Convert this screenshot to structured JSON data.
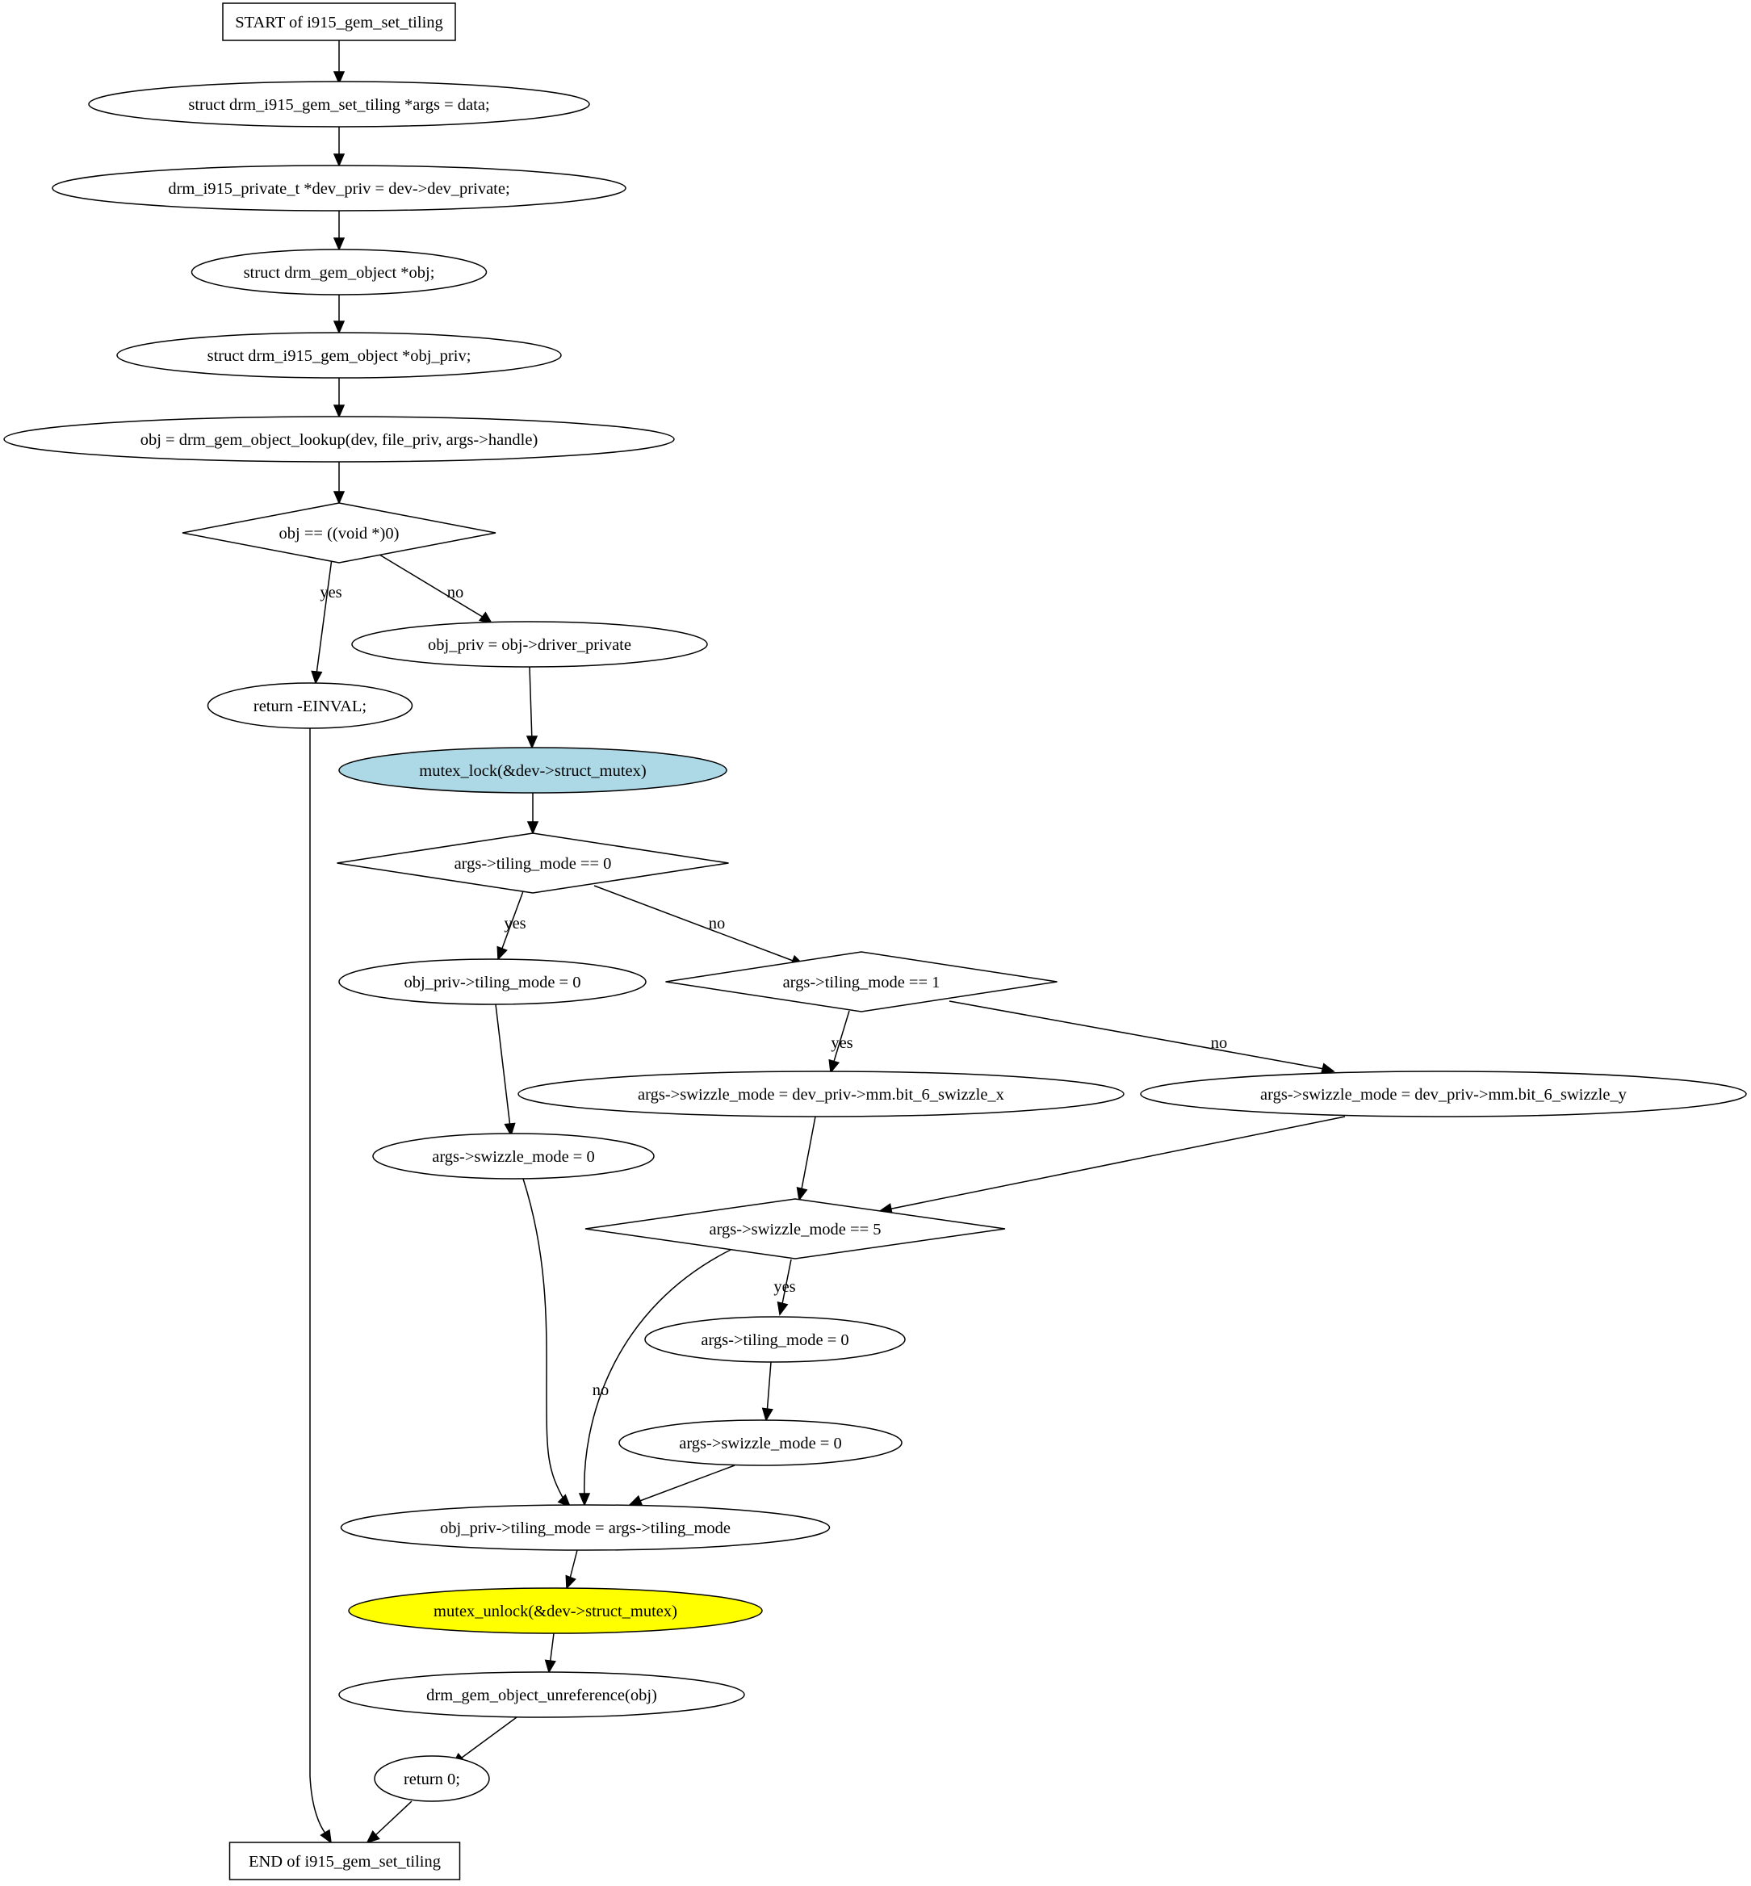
{
  "nodes": [
    {
      "id": "start",
      "label": "START of i915_gem_set_tiling",
      "shape": "box"
    },
    {
      "id": "n1",
      "label": "struct drm_i915_gem_set_tiling *args = data;",
      "shape": "ellipse"
    },
    {
      "id": "n2",
      "label": "drm_i915_private_t *dev_priv = dev->dev_private;",
      "shape": "ellipse"
    },
    {
      "id": "n3",
      "label": "struct drm_gem_object *obj;",
      "shape": "ellipse"
    },
    {
      "id": "n4",
      "label": "struct drm_i915_gem_object *obj_priv;",
      "shape": "ellipse"
    },
    {
      "id": "n5",
      "label": "obj = drm_gem_object_lookup(dev, file_priv, args->handle)",
      "shape": "ellipse"
    },
    {
      "id": "d1",
      "label": "obj == ((void *)0)",
      "shape": "diamond"
    },
    {
      "id": "n6",
      "label": "obj_priv = obj->driver_private",
      "shape": "ellipse"
    },
    {
      "id": "n7",
      "label": "return -EINVAL;",
      "shape": "ellipse"
    },
    {
      "id": "n8",
      "label": "mutex_lock(&dev->struct_mutex)",
      "shape": "ellipse",
      "fill": "#add8e6"
    },
    {
      "id": "d2",
      "label": "args->tiling_mode == 0",
      "shape": "diamond"
    },
    {
      "id": "n9",
      "label": "obj_priv->tiling_mode = 0",
      "shape": "ellipse"
    },
    {
      "id": "d3",
      "label": "args->tiling_mode == 1",
      "shape": "diamond"
    },
    {
      "id": "n10",
      "label": "args->swizzle_mode = dev_priv->mm.bit_6_swizzle_x",
      "shape": "ellipse"
    },
    {
      "id": "n11",
      "label": "args->swizzle_mode = dev_priv->mm.bit_6_swizzle_y",
      "shape": "ellipse"
    },
    {
      "id": "n12",
      "label": "args->swizzle_mode = 0",
      "shape": "ellipse"
    },
    {
      "id": "d4",
      "label": "args->swizzle_mode == 5",
      "shape": "diamond"
    },
    {
      "id": "n13",
      "label": "args->tiling_mode = 0",
      "shape": "ellipse"
    },
    {
      "id": "n14",
      "label": "args->swizzle_mode = 0",
      "shape": "ellipse"
    },
    {
      "id": "n15",
      "label": "obj_priv->tiling_mode = args->tiling_mode",
      "shape": "ellipse"
    },
    {
      "id": "n16",
      "label": "mutex_unlock(&dev->struct_mutex)",
      "shape": "ellipse",
      "fill": "#ffff00"
    },
    {
      "id": "n17",
      "label": "drm_gem_object_unreference(obj)",
      "shape": "ellipse"
    },
    {
      "id": "n18",
      "label": "return 0;",
      "shape": "ellipse"
    },
    {
      "id": "end",
      "label": "END of i915_gem_set_tiling",
      "shape": "box"
    }
  ],
  "edges": [
    {
      "from": "start",
      "to": "n1",
      "label": ""
    },
    {
      "from": "n1",
      "to": "n2",
      "label": ""
    },
    {
      "from": "n2",
      "to": "n3",
      "label": ""
    },
    {
      "from": "n3",
      "to": "n4",
      "label": ""
    },
    {
      "from": "n4",
      "to": "n5",
      "label": ""
    },
    {
      "from": "n5",
      "to": "d1",
      "label": ""
    },
    {
      "from": "d1",
      "to": "n7",
      "label": "yes"
    },
    {
      "from": "d1",
      "to": "n6",
      "label": "no"
    },
    {
      "from": "n6",
      "to": "n8",
      "label": ""
    },
    {
      "from": "n7",
      "to": "end",
      "label": ""
    },
    {
      "from": "n8",
      "to": "d2",
      "label": ""
    },
    {
      "from": "d2",
      "to": "n9",
      "label": "yes"
    },
    {
      "from": "d2",
      "to": "d3",
      "label": "no"
    },
    {
      "from": "d3",
      "to": "n10",
      "label": "yes"
    },
    {
      "from": "d3",
      "to": "n11",
      "label": "no"
    },
    {
      "from": "n9",
      "to": "n12",
      "label": ""
    },
    {
      "from": "n10",
      "to": "d4",
      "label": ""
    },
    {
      "from": "n11",
      "to": "d4",
      "label": ""
    },
    {
      "from": "d4",
      "to": "n13",
      "label": "yes"
    },
    {
      "from": "d4",
      "to": "n15",
      "label": "no"
    },
    {
      "from": "n12",
      "to": "n15",
      "label": ""
    },
    {
      "from": "n13",
      "to": "n14",
      "label": ""
    },
    {
      "from": "n14",
      "to": "n15",
      "label": ""
    },
    {
      "from": "n15",
      "to": "n16",
      "label": ""
    },
    {
      "from": "n16",
      "to": "n17",
      "label": ""
    },
    {
      "from": "n17",
      "to": "n18",
      "label": ""
    },
    {
      "from": "n18",
      "to": "end",
      "label": ""
    }
  ]
}
